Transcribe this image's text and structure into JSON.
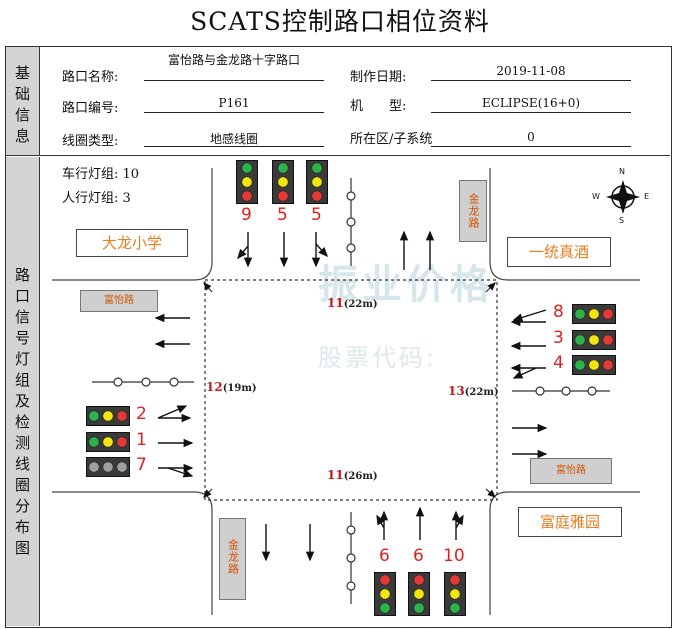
{
  "title": "SCATS控制路口相位资料",
  "side": {
    "basic": "基础信息",
    "layout": "路口信号灯组及检测线圈分布图"
  },
  "basic_info": {
    "name_label": "路口名称:",
    "name_value": "富怡路与金龙路十字路口",
    "date_label": "制作日期:",
    "date_value": "2019-11-08",
    "code_label": "路口编号:",
    "code_value": "P161",
    "model_label": "机　　型:",
    "model_value": "ECLIPSE(16+0)",
    "coil_label": "线圈类型:",
    "coil_value": "地感线圈",
    "district_label": "所在区/子系统",
    "district_value": "0"
  },
  "counts": {
    "vehicle": "车行灯组: 10",
    "pedestrian": "人行灯组: 3"
  },
  "places": {
    "nw": "大龙小学",
    "ne": "一统真酒",
    "se": "富庭雅园"
  },
  "streets": {
    "west": "富怡路",
    "east": "富怡路",
    "north": "金龙路",
    "south": "金龙路"
  },
  "compass": {
    "n": "N",
    "s": "S",
    "e": "E",
    "w": "W"
  },
  "watermark": {
    "main": "振业价格",
    "sub": "股票代码:"
  },
  "groups": {
    "north": [
      "9",
      "5",
      "5"
    ],
    "east": [
      "8",
      "3",
      "4"
    ],
    "west": [
      "2",
      "1",
      "7"
    ],
    "south": [
      "6",
      "6",
      "10"
    ]
  },
  "detectors": {
    "north": {
      "num": "11",
      "len": "(22m)"
    },
    "south": {
      "num": "11",
      "len": "(26m)"
    },
    "west": {
      "num": "12",
      "len": "(19m)"
    },
    "east": {
      "num": "13",
      "len": "(22m)"
    }
  },
  "colors": {
    "red_label": "#e02020",
    "place_text": "#e67e22",
    "street_text": "#d35400",
    "signal_red": "#e53935",
    "signal_yellow": "#f3e60f",
    "signal_green": "#2bb34a",
    "signal_off": "#9e9e9e"
  }
}
